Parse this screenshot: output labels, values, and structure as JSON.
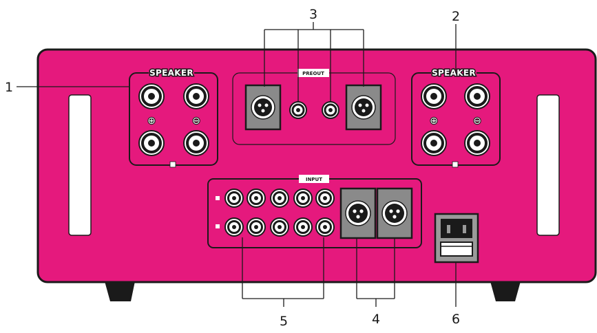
{
  "colors": {
    "chassis": "#e5197d",
    "outline": "#1a1a1a",
    "xlr_body": "#8a8a8a",
    "foot": "#1a1a1a"
  },
  "callouts": {
    "c1": "1",
    "c2": "2",
    "c3": "3",
    "c4": "4",
    "c5": "5",
    "c6": "6"
  },
  "labels": {
    "speaker_left": "SPEAKER",
    "speaker_right": "SPEAKER",
    "preout": "PREOUT",
    "input": "INPUT"
  },
  "polarity": {
    "plus": "⊕",
    "minus": "⊖"
  },
  "icons": {
    "binding_post": "binding-post-icon",
    "rca_jack": "rca-jack-icon",
    "xlr_jack": "xlr-jack-icon",
    "power_inlet": "power-inlet-icon"
  }
}
